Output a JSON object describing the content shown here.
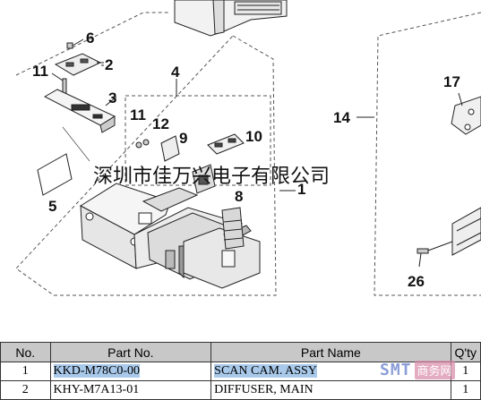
{
  "callouts": {
    "c2": "2",
    "c3": "3",
    "c4": "4",
    "c5": "5",
    "c6": "6",
    "c8": "8",
    "c9": "9",
    "c10": "10",
    "c11a": "11",
    "c11b": "11",
    "c12": "12",
    "c14": "14",
    "c17": "17",
    "c26": "26",
    "c1": "1"
  },
  "watermark": {
    "chinese": "深圳市佳万兴电子有限公司",
    "smt": "SMT",
    "smt_cn": "商务网"
  },
  "table": {
    "headers": {
      "no": "No.",
      "part_no": "Part No.",
      "part_name": "Part Name",
      "qty": "Q'ty"
    },
    "rows": [
      {
        "no": "1",
        "part_no": "KKD-M78C0-00",
        "part_name": "SCAN CAM. ASSY",
        "qty": "1"
      },
      {
        "no": "2",
        "part_no": "KHY-M7A13-01",
        "part_name": "DIFFUSER, MAIN",
        "qty": "1"
      }
    ]
  }
}
